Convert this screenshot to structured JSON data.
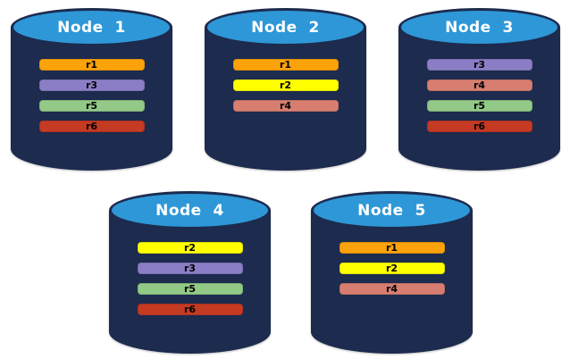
{
  "diagram": {
    "background": "#FFFFFF",
    "colors": {
      "node_body": "#1C2B4E",
      "node_top_fill": "#2E97D7",
      "node_top_border": "#1C2B4E",
      "node_title_text": "#FFFFFF",
      "bar_text": "#000000"
    },
    "replica_colors": {
      "r1": "#FCA30B",
      "r2": "#FFFF00",
      "r3": "#8C7EC6",
      "r4": "#D87E70",
      "r5": "#92C987",
      "r6": "#C43A23"
    },
    "nodes": [
      {
        "label": "Node  1",
        "replicas": [
          "r1",
          "r3",
          "r5",
          "r6"
        ]
      },
      {
        "label": "Node  2",
        "replicas": [
          "r1",
          "r2",
          "r4"
        ]
      },
      {
        "label": "Node  3",
        "replicas": [
          "r3",
          "r4",
          "r5",
          "r6"
        ]
      },
      {
        "label": "Node  4",
        "replicas": [
          "r2",
          "r3",
          "r5",
          "r6"
        ]
      },
      {
        "label": "Node  5",
        "replicas": [
          "r1",
          "r2",
          "r4"
        ]
      }
    ]
  }
}
